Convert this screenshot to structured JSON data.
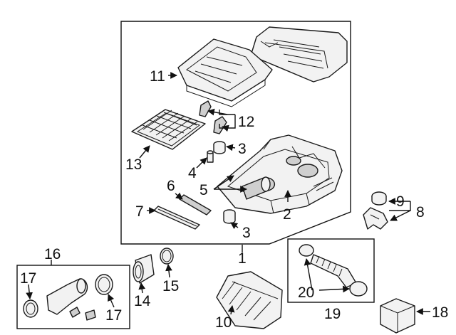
{
  "callouts": {
    "c1": "1",
    "c2": "2",
    "c3a": "3",
    "c3b": "3",
    "c4": "4",
    "c5": "5",
    "c6": "6",
    "c7": "7",
    "c8": "8",
    "c9": "9",
    "c10": "10",
    "c11": "11",
    "c12": "12",
    "c13": "13",
    "c14": "14",
    "c15": "15",
    "c16": "16",
    "c17a": "17",
    "c17b": "17",
    "c18": "18",
    "c19": "19",
    "c20": "20"
  },
  "colors": {
    "line": "#111111",
    "fill": "#f2f2f2",
    "shade": "#cfcfcf"
  }
}
